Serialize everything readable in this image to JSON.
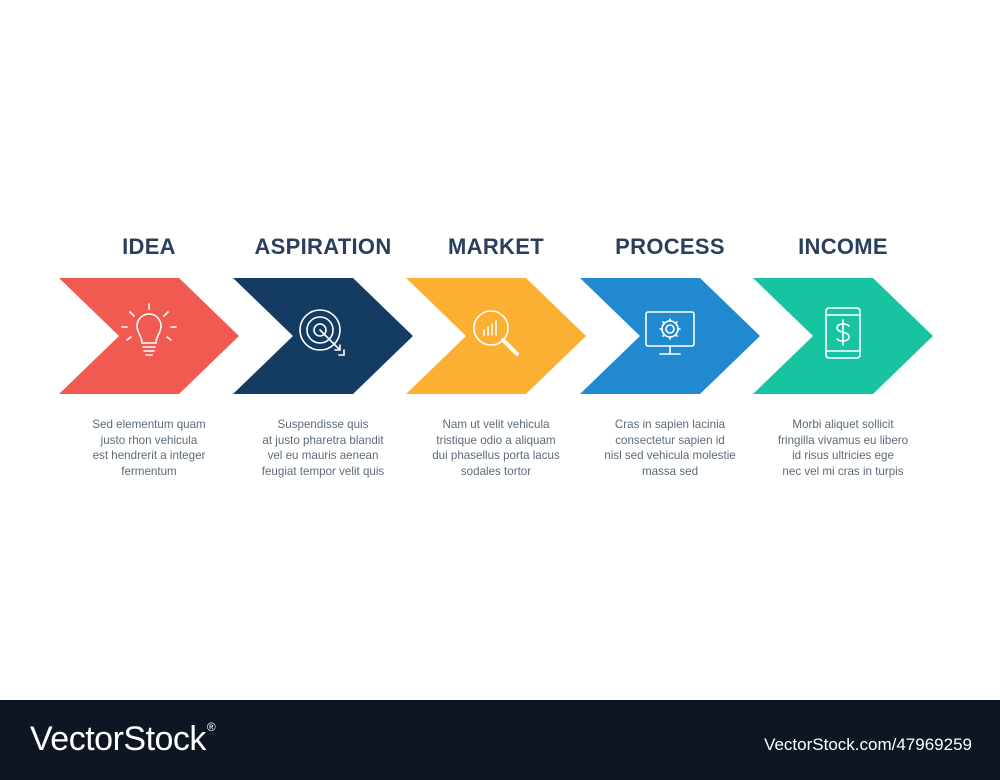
{
  "steps": [
    {
      "title": "IDEA",
      "color": "#f15a50",
      "icon": "lightbulb-icon",
      "desc": [
        "Sed elementum quam",
        "justo rhon vehicula",
        "est hendrerit a integer",
        "fermentum"
      ]
    },
    {
      "title": "ASPIRATION",
      "color": "#143c63",
      "icon": "target-icon",
      "desc": [
        "Suspendisse quis",
        "at justo pharetra blandit",
        "vel eu mauris aenean",
        "feugiat tempor velit quis"
      ]
    },
    {
      "title": "MARKET",
      "color": "#fbb034",
      "icon": "magnifier-chart-icon",
      "desc": [
        "Nam ut velit vehicula",
        "tristique odio a aliquam",
        "dui phasellus porta lacus",
        "sodales tortor"
      ]
    },
    {
      "title": "PROCESS",
      "color": "#2089cf",
      "icon": "monitor-gear-icon",
      "desc": [
        "Cras in sapien lacinia",
        "consectetur sapien id",
        "nisl sed vehicula molestie",
        "massa sed"
      ]
    },
    {
      "title": "INCOME",
      "color": "#18c3a1",
      "icon": "tablet-dollar-icon",
      "desc": [
        "Morbi aliquet sollicit",
        "fringilla vivamus eu libero",
        "id risus ultricies ege",
        "nec vel mi cras in turpis"
      ]
    }
  ],
  "footer": {
    "brand": "VectorStock",
    "brand_mark": "®",
    "image_id": "VectorStock.com/47969259"
  }
}
